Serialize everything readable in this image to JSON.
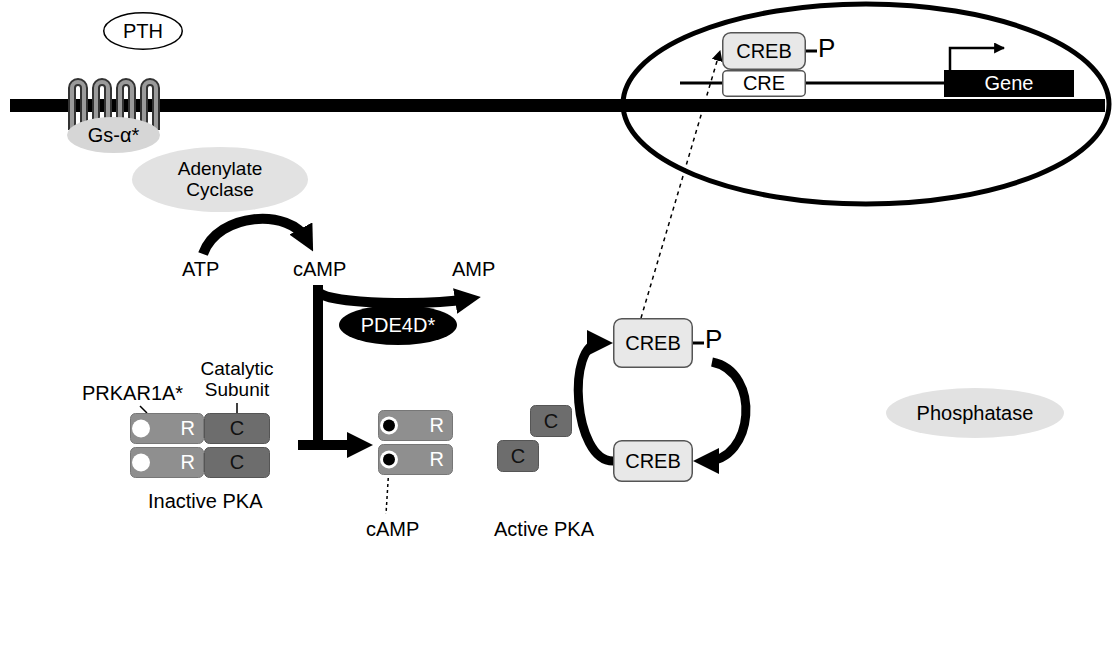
{
  "diagram": {
    "nodes": [
      {
        "text": [
          "PTH"
        ]
      },
      {
        "text": [
          "Gs-α*"
        ]
      },
      {
        "text": [
          "Adenylate Cyclase"
        ]
      },
      {
        "text": [
          "CREB"
        ]
      },
      {
        "text": [
          "CRE"
        ]
      },
      {
        "text": [
          "Gene"
        ]
      },
      {
        "text": [
          "PDE4D*"
        ]
      },
      {
        "text": [
          "R"
        ]
      },
      {
        "text": [
          "C"
        ]
      },
      {
        "text": [
          "R"
        ]
      },
      {
        "text": [
          "C"
        ]
      },
      {
        "text": [
          "R"
        ]
      },
      {
        "text": [
          "R"
        ]
      },
      {
        "text": [
          "C"
        ]
      },
      {
        "text": [
          "C"
        ]
      },
      {
        "text": [
          "CREB"
        ]
      },
      {
        "text": [
          "Phosphatase"
        ]
      },
      {
        "text": [
          "CREB"
        ]
      }
    ],
    "edges": [
      {
        "from": 17,
        "to": 15,
        "arrow": "to"
      },
      {
        "from": 15,
        "to": 17,
        "arrow": "to"
      },
      {
        "from": 15,
        "to": 3,
        "arrow": "to"
      }
    ],
    "labels": [
      "ATP",
      "cAMP",
      "AMP",
      "PRKAR1A*",
      "Catalytic Subunit",
      "Inactive PKA",
      "cAMP",
      "Active PKA",
      "P",
      "P"
    ]
  }
}
